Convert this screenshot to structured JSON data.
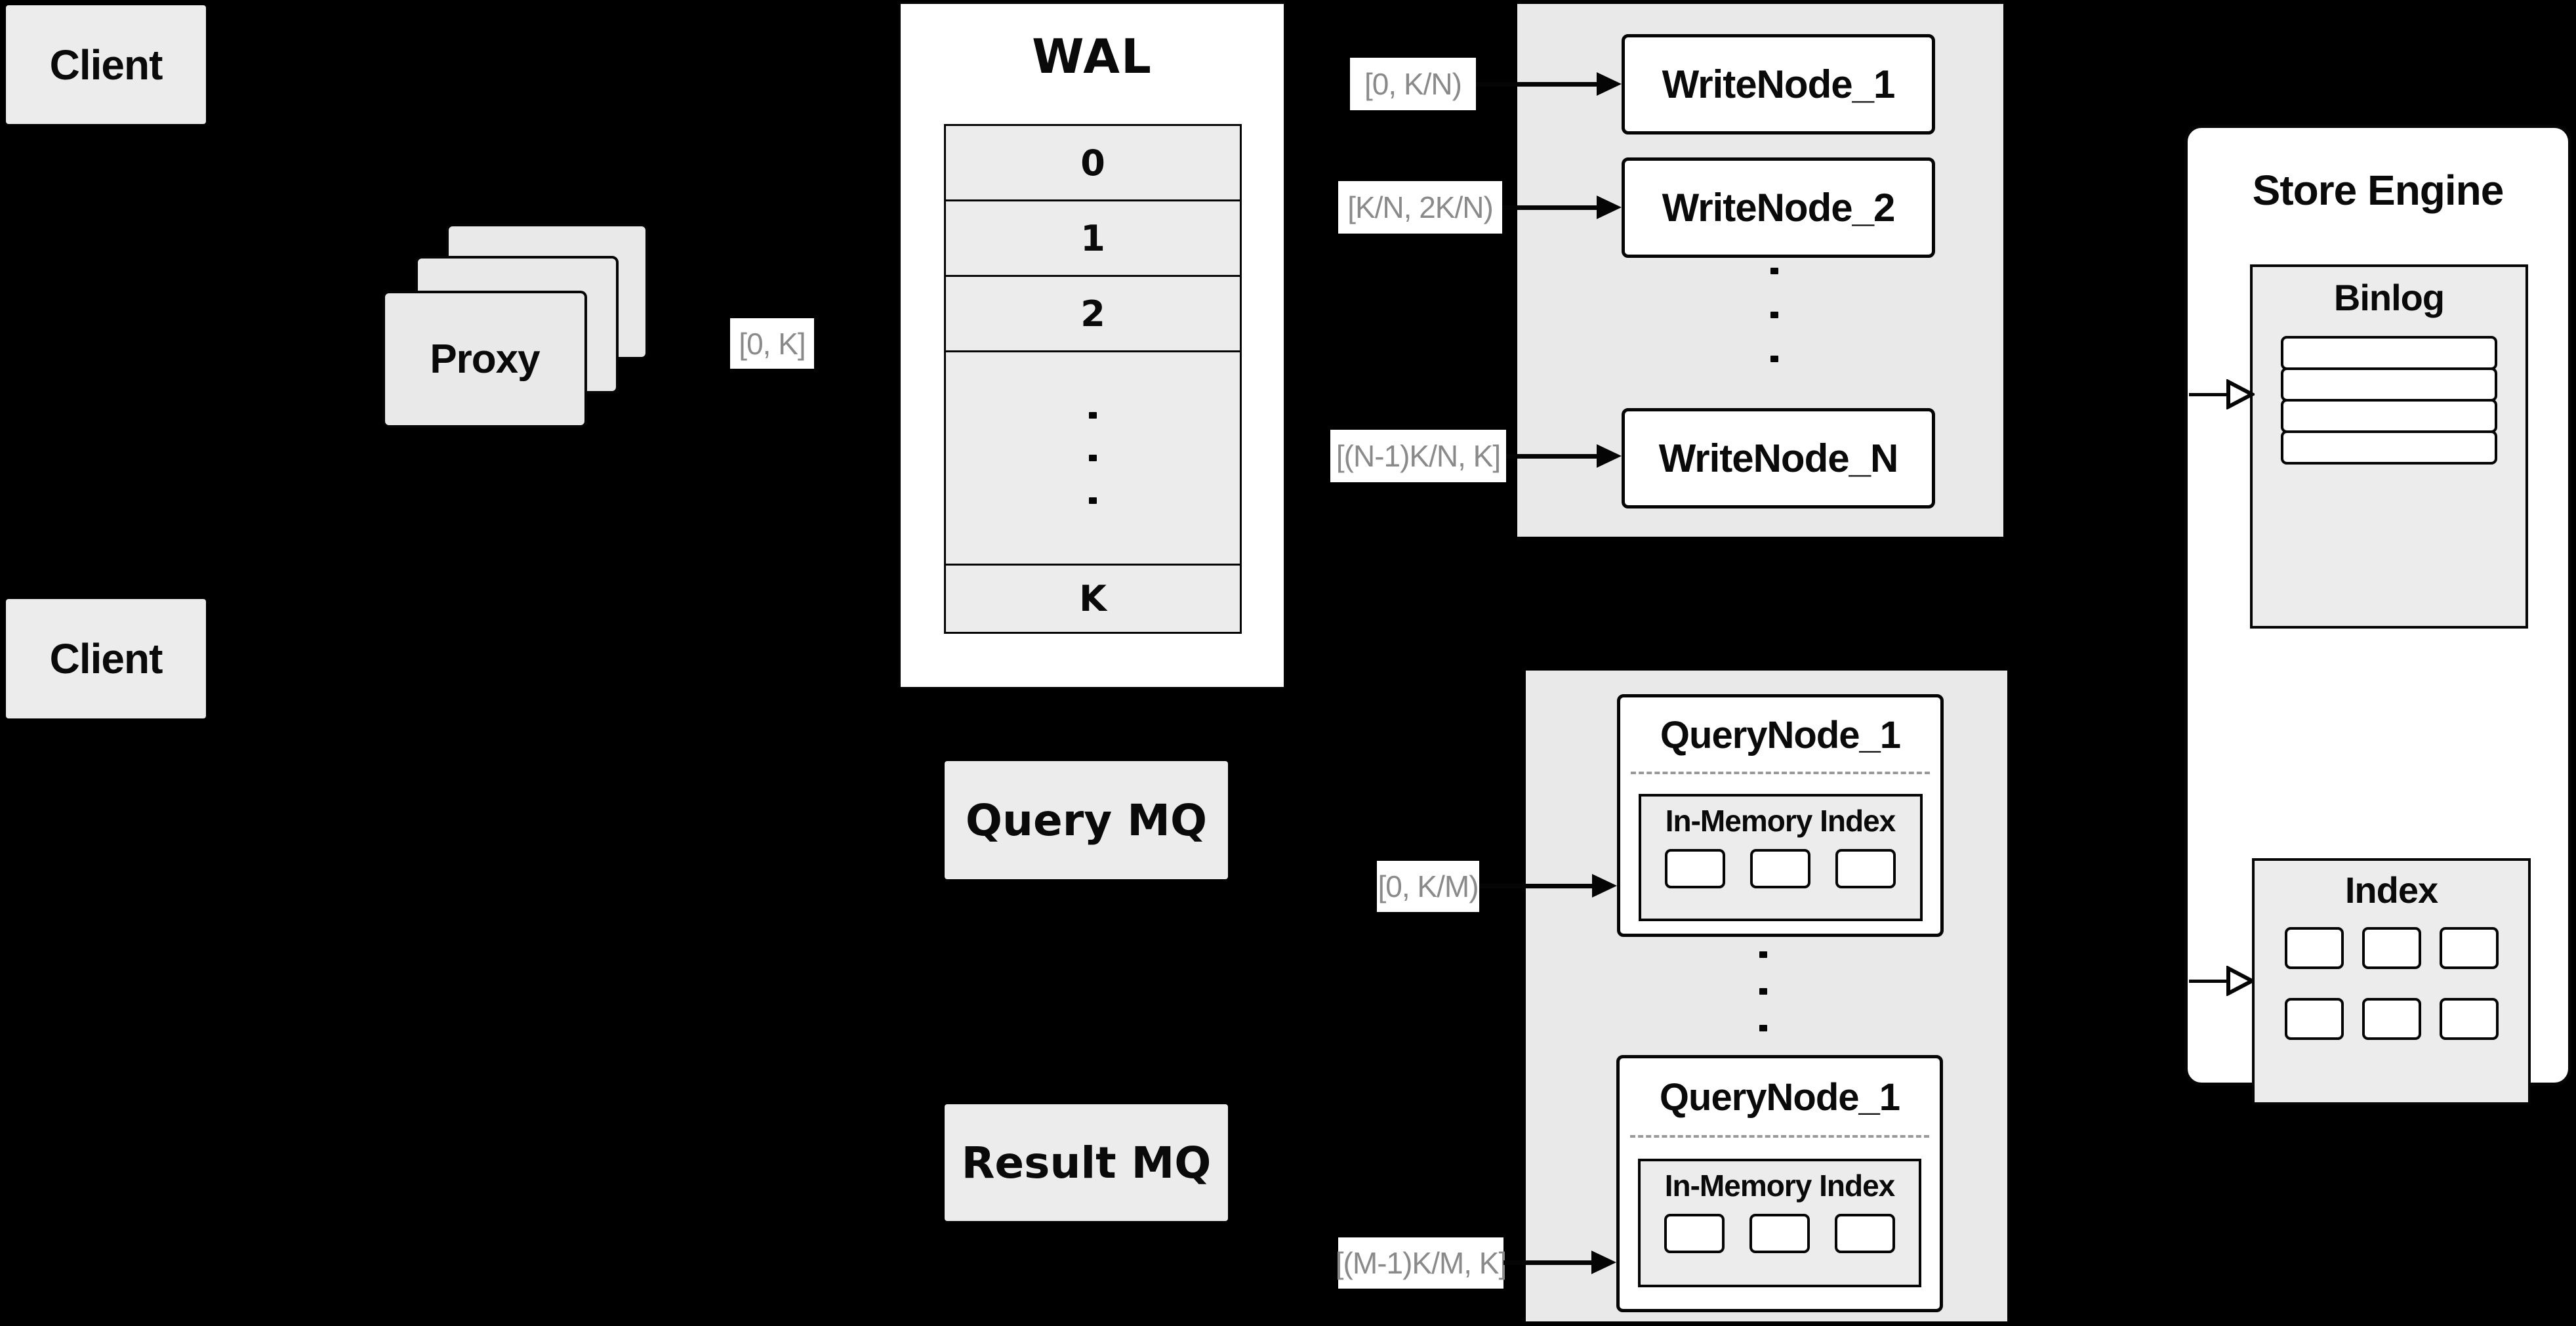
{
  "colors": {
    "bg": "#000000",
    "box_gray": "#ececec",
    "box_gray2": "#e9e9e9",
    "box_white": "#ffffff",
    "line": "#050505",
    "ink": "#0a0a0a",
    "label_ink": "#8a8a8a",
    "dash": "#999999"
  },
  "client_top": {
    "label": "Client"
  },
  "client_bottom": {
    "label": "Client"
  },
  "proxy": {
    "label": "Proxy",
    "range_label": "[0, K]"
  },
  "wal": {
    "title": "WAL",
    "segments": [
      "0",
      "1",
      "2",
      "K"
    ]
  },
  "write_group": {
    "nodes": [
      "WriteNode_1",
      "WriteNode_2",
      "WriteNode_N"
    ],
    "labels": [
      "[0, K/N)",
      "[K/N, 2K/N)",
      "[(N-1)K/N, K]"
    ]
  },
  "mq": {
    "query": "Query MQ",
    "result": "Result MQ"
  },
  "query_group": {
    "labels": [
      "[0, K/M)",
      "[(M-1)K/M, K]"
    ],
    "nodes": [
      {
        "title": "QueryNode_1",
        "subtitle": "In-Memory Index"
      },
      {
        "title": "QueryNode_1",
        "subtitle": "In-Memory Index"
      }
    ]
  },
  "store": {
    "title": "Store Engine",
    "binlog": {
      "title": "Binlog",
      "row_count": 4
    },
    "index": {
      "title": "Index",
      "cell_count": 6
    }
  }
}
